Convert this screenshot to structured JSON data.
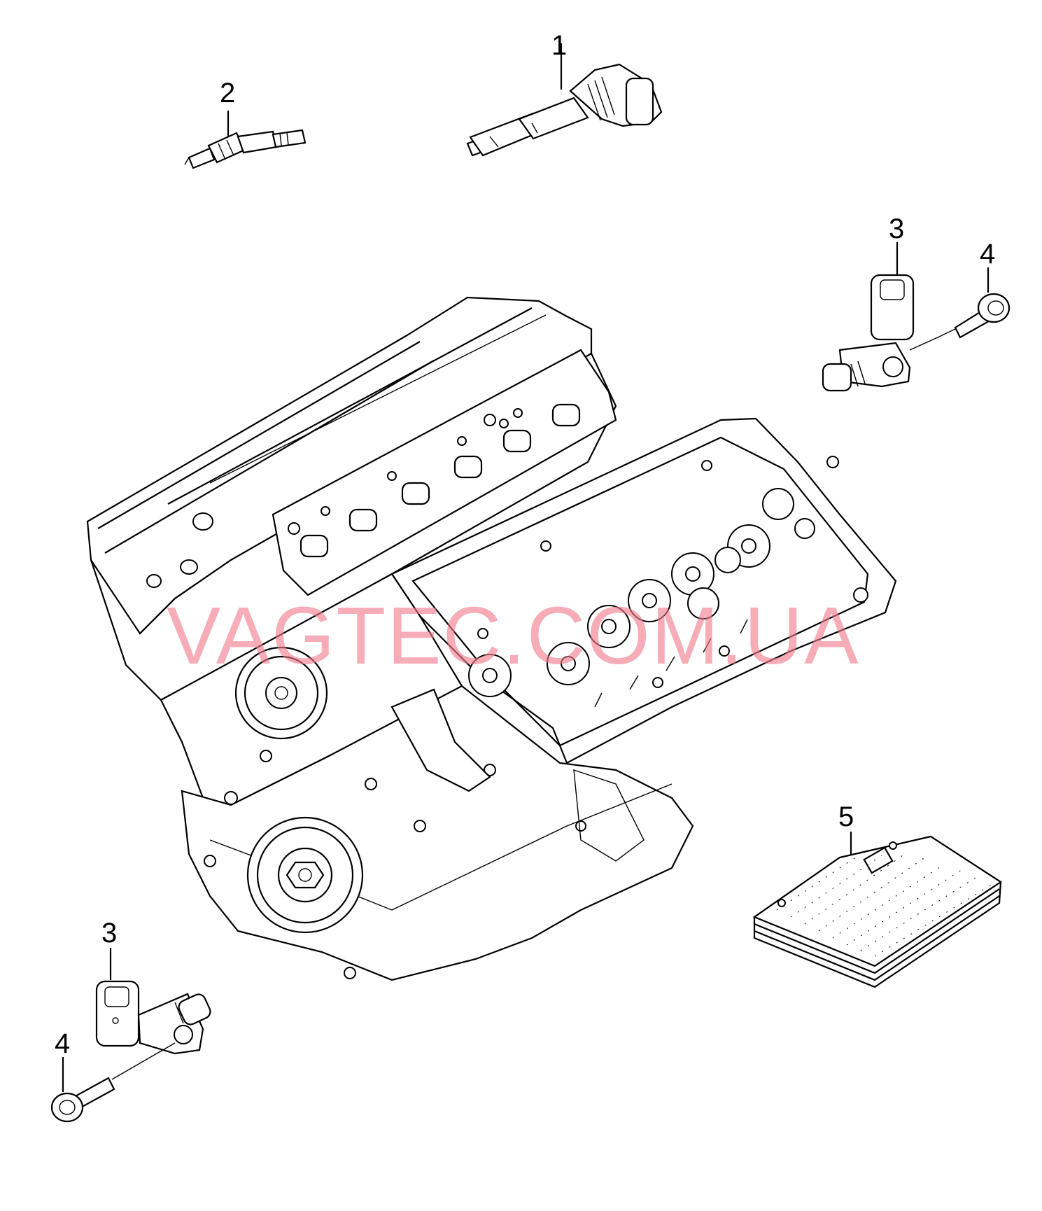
{
  "diagram": {
    "callouts": {
      "p1": "1",
      "p2": "2",
      "p3a": "3",
      "p4a": "4",
      "p5": "5",
      "p3b": "3",
      "p4b": "4"
    },
    "watermark": "VAGTEC.COM.UA"
  }
}
